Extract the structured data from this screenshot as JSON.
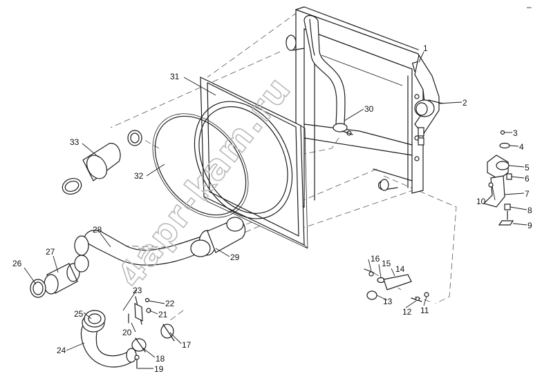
{
  "watermark": "4apr-kam.ru",
  "corner_mark": "–",
  "callouts": [
    {
      "id": "1",
      "text": "1"
    },
    {
      "id": "2",
      "text": "2"
    },
    {
      "id": "3",
      "text": "3"
    },
    {
      "id": "4",
      "text": "4"
    },
    {
      "id": "5",
      "text": "5"
    },
    {
      "id": "6",
      "text": "6"
    },
    {
      "id": "7",
      "text": "7"
    },
    {
      "id": "8",
      "text": "8"
    },
    {
      "id": "9",
      "text": "9"
    },
    {
      "id": "10",
      "text": "10"
    },
    {
      "id": "11",
      "text": "11"
    },
    {
      "id": "12",
      "text": "12"
    },
    {
      "id": "13",
      "text": "13"
    },
    {
      "id": "14",
      "text": "14"
    },
    {
      "id": "15",
      "text": "15"
    },
    {
      "id": "16",
      "text": "16"
    },
    {
      "id": "17",
      "text": "17"
    },
    {
      "id": "18",
      "text": "18"
    },
    {
      "id": "19",
      "text": "19"
    },
    {
      "id": "20",
      "text": "20"
    },
    {
      "id": "21",
      "text": "21"
    },
    {
      "id": "22",
      "text": "22"
    },
    {
      "id": "23",
      "text": "23"
    },
    {
      "id": "24",
      "text": "24"
    },
    {
      "id": "25",
      "text": "25"
    },
    {
      "id": "26",
      "text": "26"
    },
    {
      "id": "27",
      "text": "27"
    },
    {
      "id": "28",
      "text": "28"
    },
    {
      "id": "29",
      "text": "29"
    },
    {
      "id": "30",
      "text": "30"
    },
    {
      "id": "31",
      "text": "31"
    },
    {
      "id": "32",
      "text": "32"
    },
    {
      "id": "33",
      "text": "33"
    }
  ]
}
